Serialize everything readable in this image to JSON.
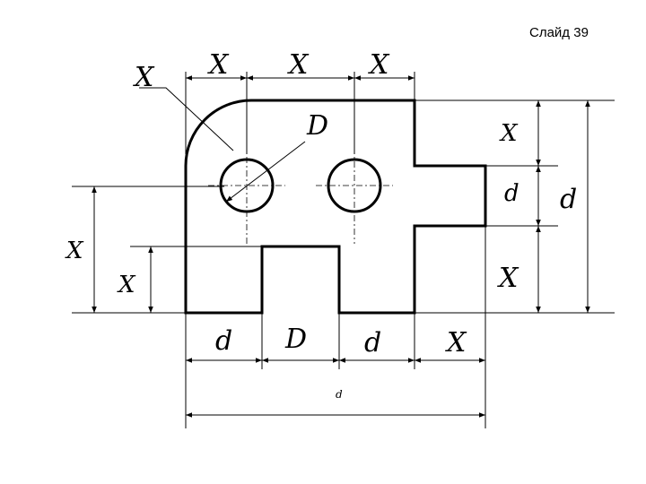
{
  "slide": {
    "label": "Слайд 39"
  },
  "labels": {
    "x": "X",
    "d": "d",
    "D": "D"
  },
  "colors": {
    "stroke": "#000000",
    "background": "#ffffff"
  }
}
